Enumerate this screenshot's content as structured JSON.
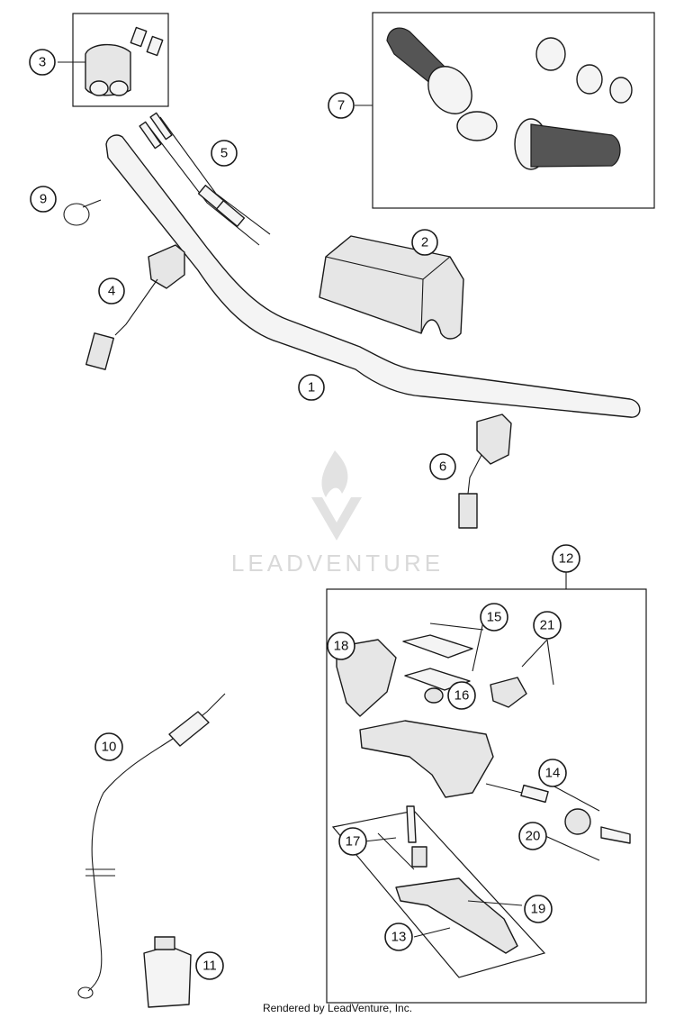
{
  "watermark": {
    "text": "LEADVENTURE",
    "color": "#d9d9d9"
  },
  "footer": {
    "text": "Rendered by LeadVenture, Inc."
  },
  "callouts": {
    "c1": "1",
    "c2": "2",
    "c3": "3",
    "c4": "4",
    "c5": "5",
    "c6": "6",
    "c7": "7",
    "c9": "9",
    "c10": "10",
    "c11": "11",
    "c12": "12",
    "c13": "13",
    "c14": "14",
    "c15": "15",
    "c16": "16",
    "c17": "17",
    "c18": "18",
    "c19": "19",
    "c20": "20",
    "c21": "21"
  }
}
